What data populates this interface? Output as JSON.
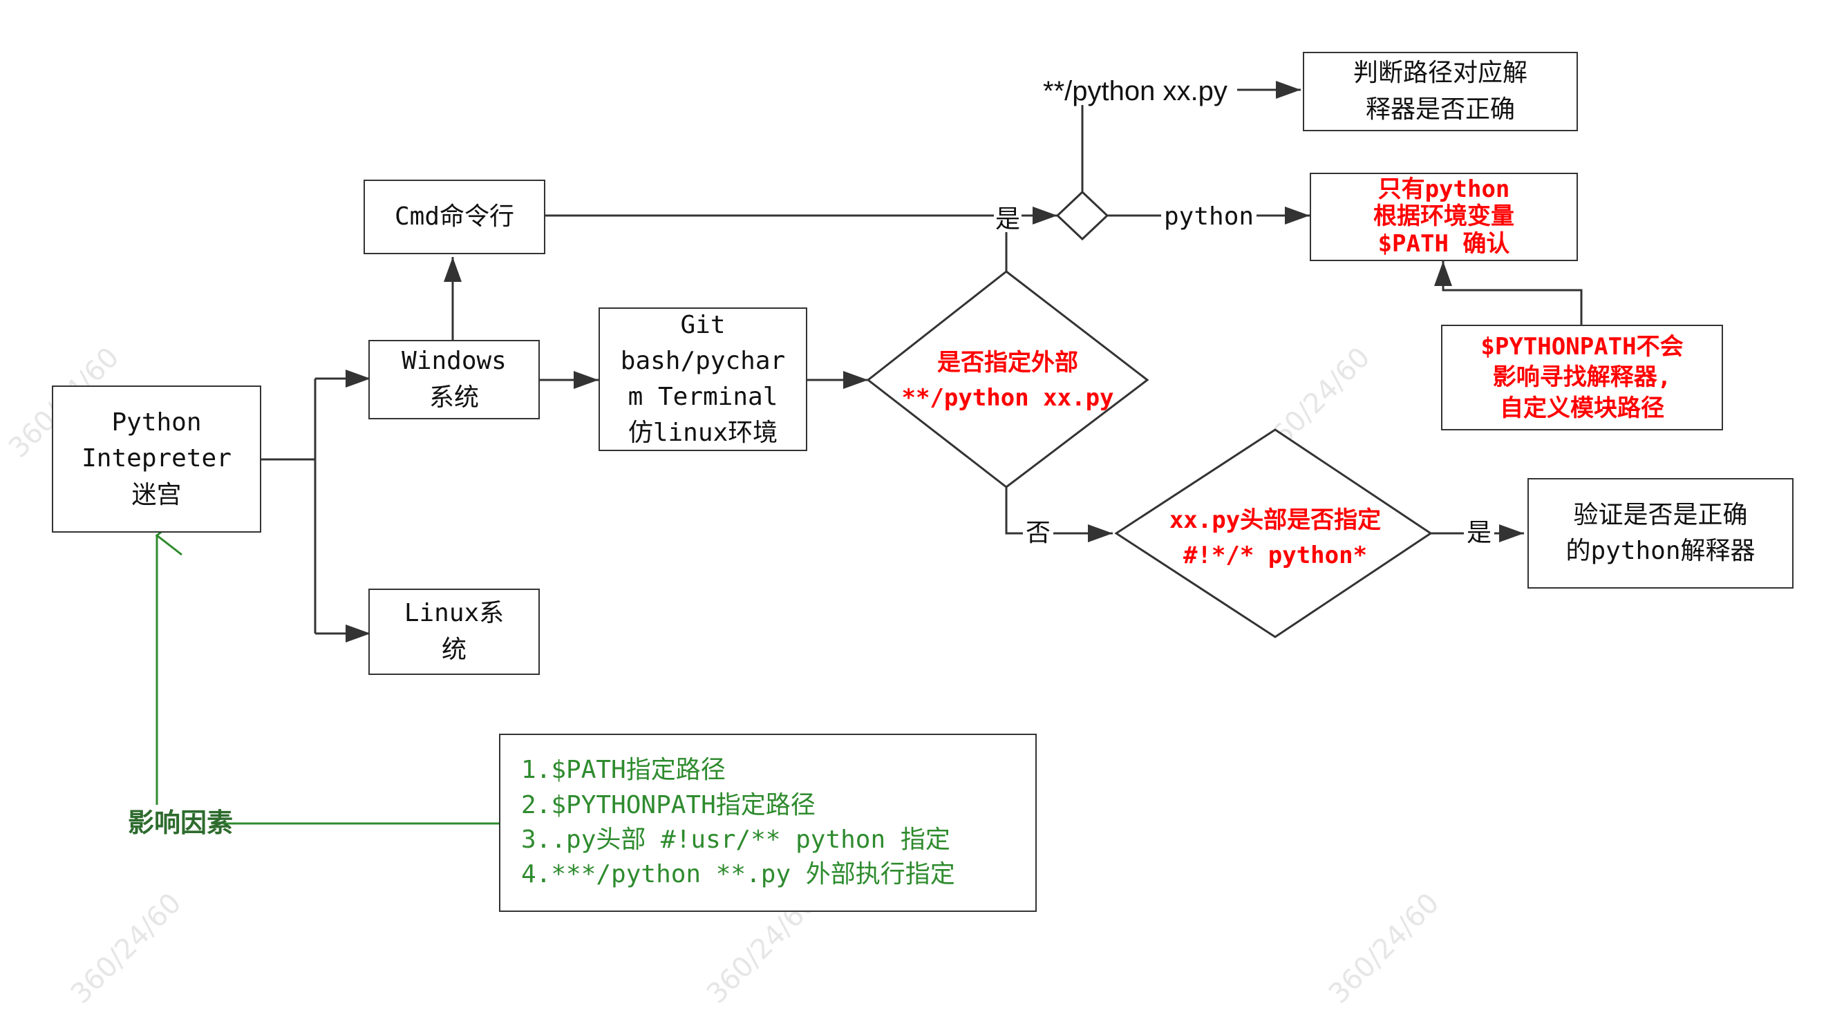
{
  "boxes": {
    "python_interpreter": [
      "Python",
      "Intepreter",
      "迷宫"
    ],
    "windows": [
      "Windows",
      "系统"
    ],
    "linux": [
      "Linux系",
      "统"
    ],
    "cmd": [
      "Cmd命令行"
    ],
    "git_bash": [
      "Git",
      "bash/pychar",
      "m Terminal",
      "仿linux环境"
    ],
    "judge_path": [
      "判断路径对应解",
      "释器是否正确"
    ],
    "only_python": [
      "只有python",
      "根据环境变量",
      "$PATH 确认"
    ],
    "pythonpath_note": [
      "$PYTHONPATH不会",
      "影响寻找解释器,",
      "自定义模块路径"
    ],
    "verify_header": [
      "验证是否是正确",
      "的python解释器"
    ],
    "factors_list": [
      "1.$PATH指定路径",
      "2.$PYTHONPATH指定路径",
      "3..py头部 #!usr/** python  指定",
      "4.***/python **.py 外部执行指定"
    ]
  },
  "diamonds": {
    "specify_external": [
      "是否指定外部",
      "**/python xx.py"
    ],
    "header_check": [
      "xx.py头部是否指定",
      "#!*/* python*"
    ]
  },
  "labels": {
    "yes_top": "是",
    "no": "否",
    "yes_right": "是",
    "python_branch": "python",
    "external_path": "**/python xx.py",
    "factors": "影响因素"
  },
  "watermarks": [
    "360/24/60",
    "360/24/60",
    "360/24/60",
    "360/24/60",
    "360/24/60"
  ],
  "colors": {
    "line": "#333333",
    "highlight": "#ff0000",
    "factor": "#2e8b2e",
    "watermark": "#e6e6e6"
  }
}
